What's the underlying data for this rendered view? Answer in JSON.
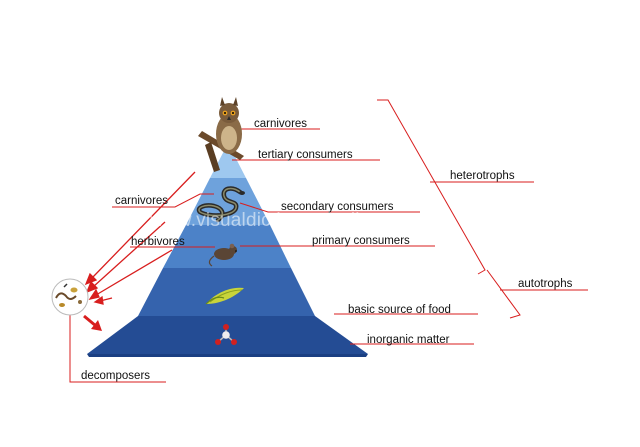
{
  "labels": {
    "carnivores_top": "carnivores",
    "tertiary": "tertiary consumers",
    "carnivores_left": "carnivores",
    "secondary": "secondary consumers",
    "herbivores": "herbivores",
    "primary": "primary consumers",
    "basic_food": "basic source of food",
    "inorganic": "inorganic matter",
    "decomposers": "decomposers",
    "heterotrophs": "heterotrophs",
    "autotrophs": "autotrophs"
  },
  "watermark": "www.visualdictionaryonline.com",
  "colors": {
    "tier_top": "#9ec8ef",
    "tier_2": "#6ea2dc",
    "tier_3": "#4c82c8",
    "tier_4": "#3563ad",
    "tier_5": "#244c94",
    "tier_base": "#1b3f82",
    "leader_line": "#d81e1e"
  },
  "icons": [
    "owl-icon",
    "snake-icon",
    "mouse-icon",
    "plant-icon",
    "molecule-icon",
    "decomposers-icon"
  ]
}
